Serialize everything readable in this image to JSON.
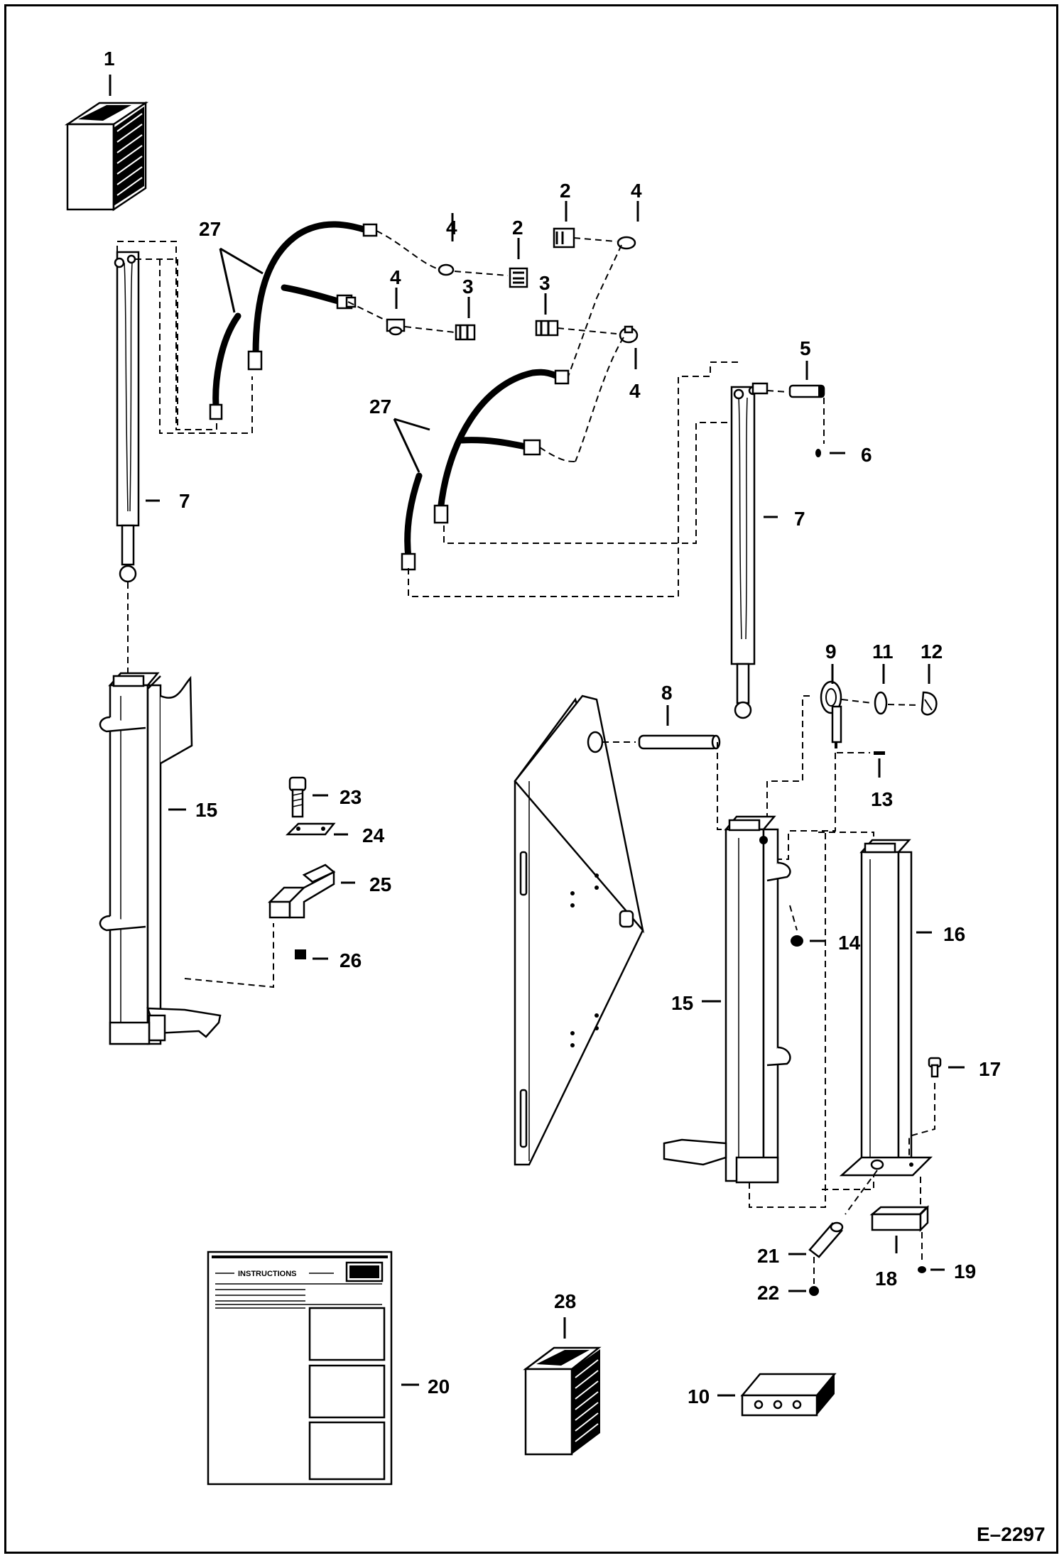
{
  "drawing_code": "E–2297",
  "callouts": [
    "1",
    "2",
    "2",
    "3",
    "3",
    "4",
    "4",
    "4",
    "4",
    "5",
    "6",
    "7",
    "7",
    "8",
    "9",
    "10",
    "11",
    "12",
    "13",
    "14",
    "15",
    "15",
    "16",
    "17",
    "18",
    "19",
    "20",
    "21",
    "22",
    "23",
    "24",
    "25",
    "26",
    "27",
    "27",
    "28"
  ],
  "instructions_sheet": {
    "title": "INSTRUCTIONS"
  }
}
